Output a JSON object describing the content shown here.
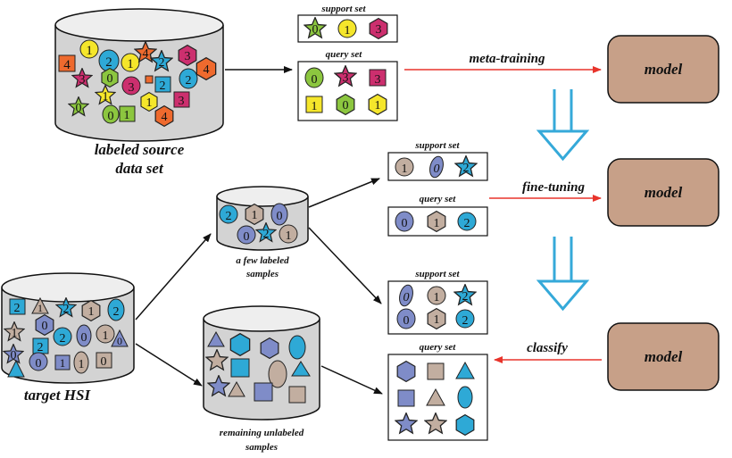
{
  "colors": {
    "model_fill": "#c7a088",
    "arrow_red": "#e8342b",
    "arrow_black": "#111111",
    "hollow_arrow": "#35a9d9",
    "green": "#8cc63f",
    "yellow": "#f5e62b",
    "magenta": "#cc2f6e",
    "orange": "#ee6a2e",
    "cyan": "#2ea9d6",
    "tan": "#c2aea0",
    "periwinkle": "#7f8cc8",
    "cylinder": "#d3d3d3"
  },
  "labels": {
    "source_title_line1": "labeled source",
    "source_title_line2": "data set",
    "target_title": "target HSI",
    "few_labeled_line1": "a few labeled",
    "few_labeled_line2": "samples",
    "unlabeled_line1": "remaining unlabeled",
    "unlabeled_line2": "samples",
    "support_set_top": "support set",
    "query_set_top": "query set",
    "support_set_mid": "support set",
    "query_set_mid": "query set",
    "support_set_low": "support set",
    "query_set_low": "query set",
    "meta_training": "meta-training",
    "fine_tuning": "fine-tuning",
    "classify": "classify",
    "model_1": "model",
    "model_2": "model",
    "model_3": "model"
  },
  "samples": {
    "top_support": [
      "0",
      "1",
      "3"
    ],
    "top_query": [
      "0",
      "3",
      "3",
      "1",
      "0",
      "1"
    ],
    "mid_support": [
      "1",
      "0",
      "2"
    ],
    "mid_query": [
      "0",
      "1",
      "2"
    ],
    "low_support": [
      "0",
      "1",
      "2",
      "0",
      "1",
      "2"
    ],
    "source_cylinder": [
      "4",
      "1",
      "2",
      "1",
      "4",
      "3",
      "3",
      "0",
      "1",
      "2",
      "3",
      "2",
      "4",
      "3",
      "1",
      "2",
      "0",
      "0",
      "1",
      "3",
      "4"
    ],
    "few_labeled_cylinder": [
      "2",
      "1",
      "0",
      "0",
      "2",
      "1"
    ],
    "target_cylinder": [
      "2",
      "1",
      "2",
      "1",
      "2",
      "1",
      "0",
      "2",
      "0",
      "1",
      "0",
      "2",
      "0",
      "0",
      "1",
      "1",
      "0"
    ]
  }
}
